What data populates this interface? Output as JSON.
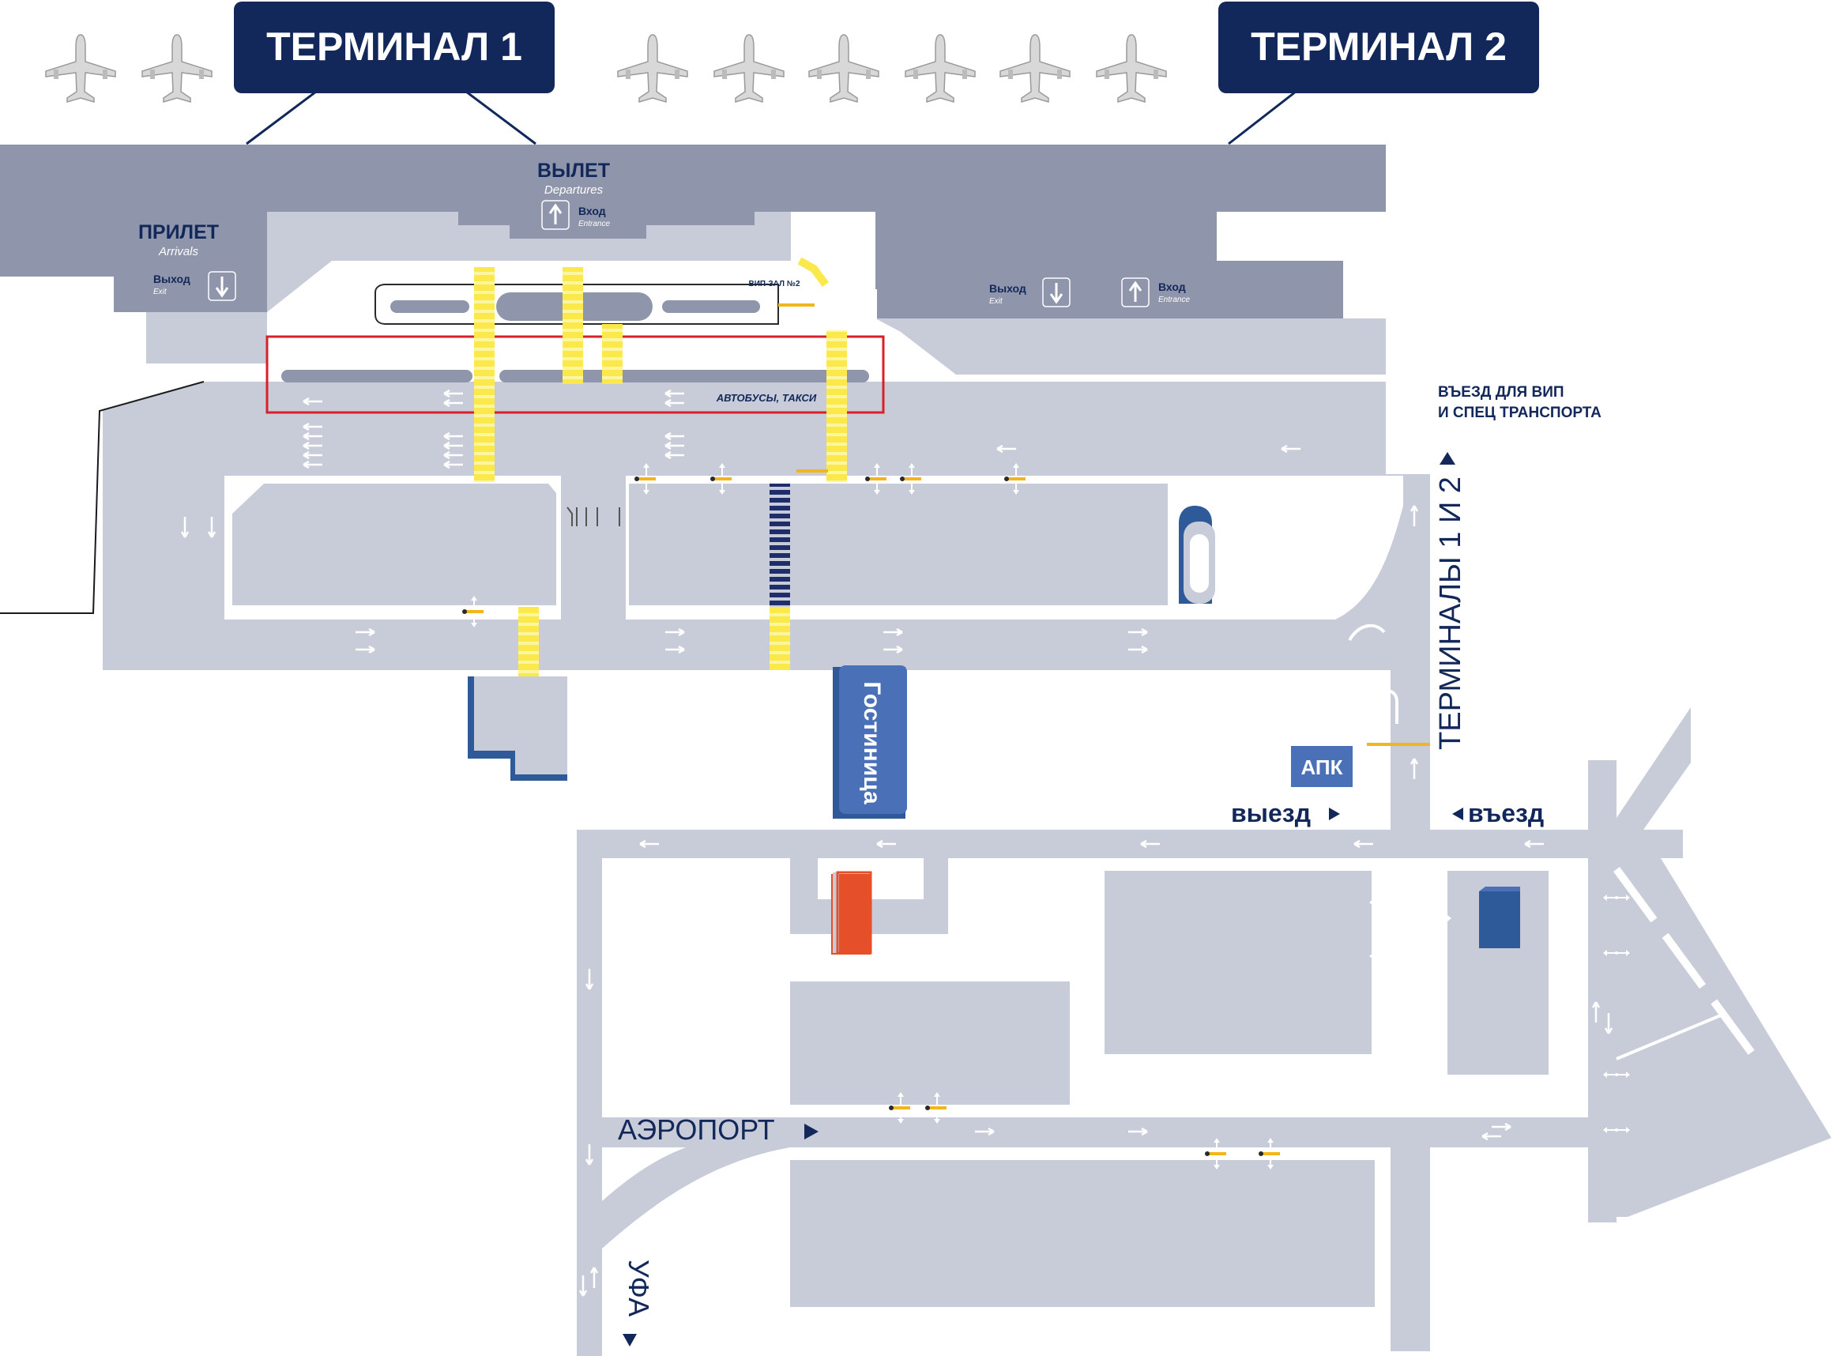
{
  "map": {
    "terminal1_label": "ТЕРМИНАЛ 1",
    "terminal2_label": "ТЕРМИНАЛ 2",
    "departures_label": "ВЫЛЕТ",
    "departures_sub": "Departures",
    "arrivals_label": "ПРИЛЕТ",
    "arrivals_sub": "Arrivals",
    "t1_entrance_label": "Вход",
    "t1_entrance_sub": "Entrance",
    "t1_exit_label": "Выход",
    "t1_exit_sub": "Exit",
    "t2_exit_label": "Выход",
    "t2_exit_sub": "Exit",
    "t2_entrance_label": "Вход",
    "t2_entrance_sub": "Entrance",
    "vip_hall_label": "ВИП-ЗАЛ №2",
    "bus_taxi_label": "АВТОБУСЫ, ТАКСИ",
    "vip_entry_line1": "ВЪЕЗД ДЛЯ ВИП",
    "vip_entry_line2": "И СПЕЦ ТРАНСПОРТА",
    "terminals_road_label": "ТЕРМИНАЛЫ 1 И 2",
    "hotel_label": "Гостиница",
    "apk_label": "АПК",
    "exit_label": "выезд",
    "entry_label": "въезд",
    "airport_label": "АЭРОПОРТ",
    "ufa_label": "УФА"
  },
  "colors": {
    "navy": "#13285a",
    "terminal_gray": "#8f95aa",
    "road_gray": "#c8cbd8",
    "hotel_blue": "#4a70b8",
    "orange": "#e5502a",
    "crosswalk_yellow": "#fbe84a",
    "bus_zone_red": "#d8202a"
  },
  "icons": [
    "airplane-icon",
    "up-arrow-icon",
    "down-arrow-icon",
    "traffic-arrow-icon",
    "triangle-marker-icon"
  ]
}
